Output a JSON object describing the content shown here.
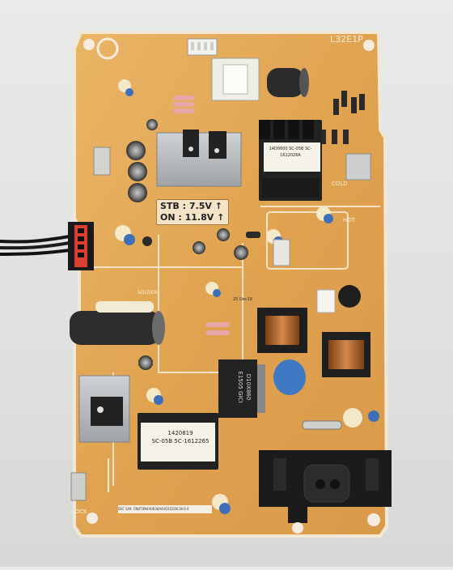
{
  "board": {
    "model": "L32E1P",
    "stb_label": "STB : 7.5V ↑",
    "on_label": "ON : 11.8V ↑",
    "hot_label": "HOT",
    "cold_label": "COLD",
    "solder_label": "SOLDER",
    "lock_label": "LOCK",
    "transformer_code_1": "1420819",
    "transformer_code_2": "SC-05B 5C-1612265",
    "small_transformer_code": "14D0600 SC-05B SC-1612026A",
    "ic_label_1": "D10X860",
    "ic_label_2": "E1505 GICI",
    "tag_label": "25 Dec18",
    "serial_label": "SEC S/N: CNBT0N440036A4V02Q1DE18  6.0"
  },
  "colors": {
    "background": "#e4e5e5",
    "pcb": "#e2a451",
    "pcb_light": "#edbf72",
    "silkscreen": "#fbf3e2",
    "heatsink": "#b9bcbf",
    "capacitor": "#2c2c2e",
    "insulation_blue": "#3f6fb8",
    "connector_red": "#d9402f",
    "copper": "#b46a2c"
  }
}
